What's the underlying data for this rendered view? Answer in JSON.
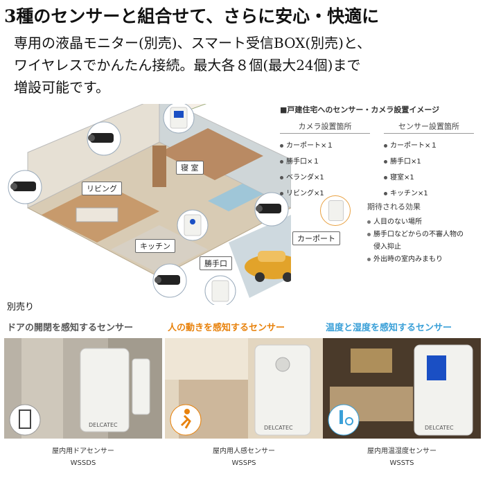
{
  "headline": "3種のセンサーと組合せて、さらに安心・快適に",
  "description": [
    "専用の液晶モニター(別売)、スマート受信BOX(別売)と、",
    "ワイヤレスでかんたん接続。最大各８個(最大24個)まで",
    "増設可能です。"
  ],
  "rooms": {
    "bedroom": "寝 室",
    "living": "リビング",
    "kitchen": "キッチン",
    "backdoor": "勝手口",
    "carport": "カーポート"
  },
  "info": {
    "title": "■戸建住宅へのセンサー・カメラ設置イメージ",
    "camera_head": "カメラ設置箇所",
    "camera_items": [
      "カーポート×１",
      "勝手口×１",
      "ベランダ×1",
      "リビング×1"
    ],
    "sensor_head": "センサー設置箇所",
    "sensor_items": [
      "カーポート×１",
      "勝手口×1",
      "寝室×1",
      "キッチン×1"
    ],
    "effects_head": "期待される効果",
    "effects_items": [
      "人目のない場所",
      "勝手口などからの不審人物の",
      "侵入抑止",
      "外出時の室内みまもり"
    ]
  },
  "sold_separately": "別売り",
  "products": [
    {
      "title": "ドアの開閉を感知するセンサー",
      "title_color": "#555555",
      "name": "屋内用ドアセンサー",
      "model": "WSSDS"
    },
    {
      "title": "人の動きを感知するセンサー",
      "title_color": "#e8820c",
      "name": "屋内用人感センサー",
      "model": "WSSPS"
    },
    {
      "title": "温度と湿度を感知するセンサー",
      "title_color": "#3aa0d8",
      "name": "屋内用温湿度センサー",
      "model": "WSSTS"
    }
  ],
  "brand": "DELCATEC",
  "colors": {
    "wall": "#d9d2c4",
    "floor": "#c9a47a",
    "car": "#e2a32a",
    "sensor": "#f2f2ee"
  }
}
